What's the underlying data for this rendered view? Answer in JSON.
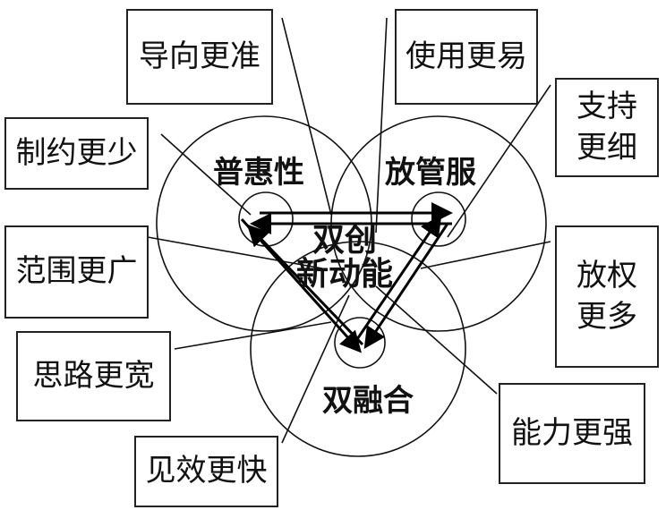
{
  "center": {
    "line1": "双创",
    "line2": "新动能"
  },
  "circles": {
    "top_left": "普惠性",
    "top_right": "放管服",
    "bottom": "双融合"
  },
  "boxes": {
    "guide": "导向更准",
    "use": "使用更易",
    "support_1": "支持",
    "support_2": "更细",
    "restrict": "制约更少",
    "scope": "范围更广",
    "power_1": "放权",
    "power_2": "更多",
    "thinking": "思路更宽",
    "ability": "能力更强",
    "effect": "见效更快"
  }
}
